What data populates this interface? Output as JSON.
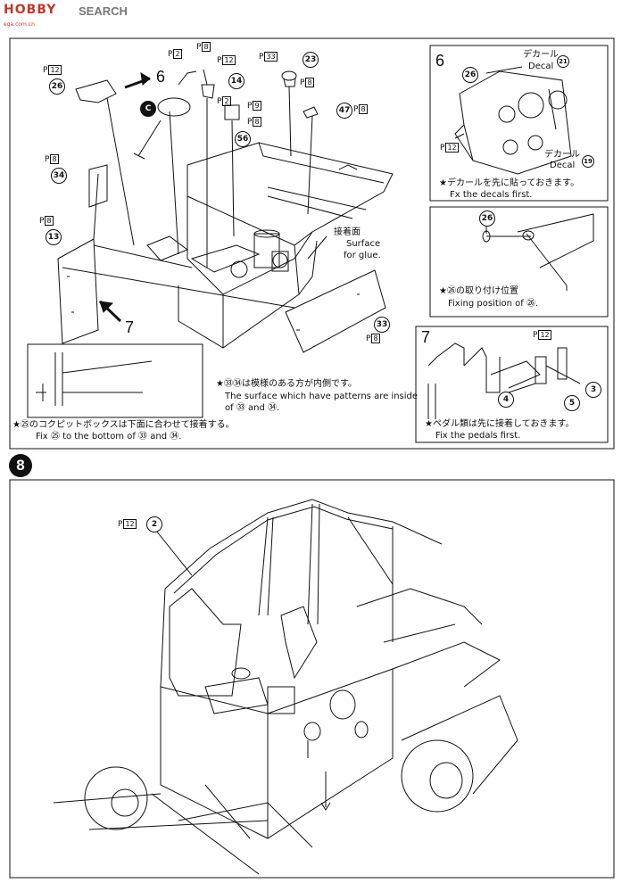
{
  "watermark": {
    "logo_text": "HOBBY",
    "search_text": "SEARCH",
    "url_text": "ega.com.cn"
  },
  "step7": {
    "labels": {
      "ph12_a": "P",
      "ph12_a_box": "12",
      "ph2": "P",
      "ph2_box": "2",
      "ph8_a": "P",
      "ph8_a_box": "8",
      "ph12_b": "P",
      "ph12_b_box": "12",
      "ph33": "P",
      "ph33_box": "33",
      "ph8_b": "P",
      "ph8_b_box": "8",
      "ph2_b": "P",
      "ph2_b_box": "2",
      "ph9": "P",
      "ph9_box": "9",
      "ph8_c": "P",
      "ph8_c_box": "8",
      "ph8_d": "P",
      "ph8_d_box": "8",
      "ph8_e": "P",
      "ph8_e_box": "8",
      "ph8_f": "P",
      "ph8_f_box": "8",
      "ph8_g": "P",
      "ph8_g_box": "8"
    },
    "parts": {
      "p26": "26",
      "p34": "34",
      "p13": "13",
      "p14": "14",
      "p23": "23",
      "p47": "47",
      "p56": "56",
      "p33": "33",
      "pc": "C"
    },
    "arrow6": "6",
    "arrow7": "7",
    "glue_jp": "接着面",
    "glue_en1": "Surface",
    "glue_en2": "for glue.",
    "note_pattern_jp": "★㉝㉞は模様のある方が内側です。",
    "note_pattern_en1": "The surface which have patterns are inside",
    "note_pattern_en2": "of ㉝ and ㉞.",
    "note_cockpit_jp": "★㉕のコクピットボックスは下面に合わせて接着する。",
    "note_cockpit_en": "Fix ㉕ to the bottom of ㉝ and ㉞."
  },
  "inset6": {
    "num": "6",
    "decal_jp1": "デカール",
    "decal_en1": "Decal",
    "decal_num1": "21",
    "decal_jp2": "デカール",
    "decal_en2": "Decal",
    "decal_num2": "19",
    "part": "26",
    "ph": "P",
    "ph_box": "12",
    "note_jp": "★デカールを先に貼っておきます。",
    "note_en": "Fx the decals first."
  },
  "inset26": {
    "part": "26",
    "note_jp": "★㉖の取り付け位置",
    "note_en": "Fixing position of ㉖."
  },
  "inset7": {
    "num": "7",
    "ph": "P",
    "ph_box": "12",
    "p3": "3",
    "p4": "4",
    "p5": "5",
    "note_jp": "★ペダル類は先に接着しておきます。",
    "note_en": "Fix the pedals first."
  },
  "step8": {
    "num": "8",
    "ph": "P",
    "ph_box": "12",
    "part": "2"
  }
}
